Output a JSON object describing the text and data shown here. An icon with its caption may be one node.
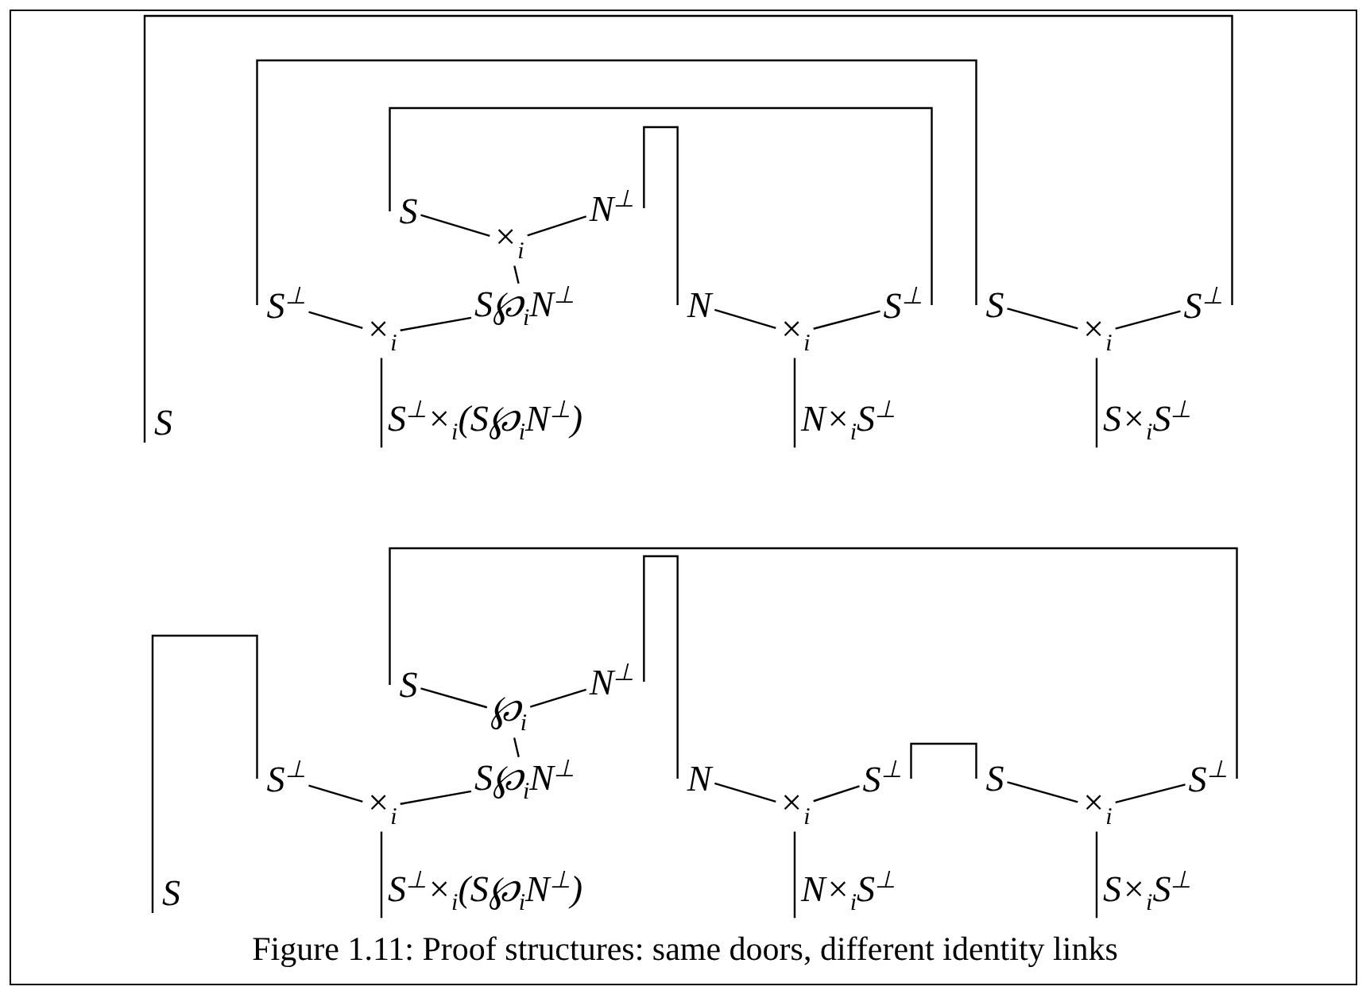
{
  "diagram": {
    "caption": "Figure 1.11: Proof structures: same doors, different identity links",
    "nodes": [
      {
        "text": [
          "S"
        ]
      },
      {
        "text": [
          "N$^{⊥}$"
        ]
      },
      {
        "text": [
          "×$_{i}$"
        ]
      },
      {
        "text": [
          "S$^{⊥}$"
        ]
      },
      {
        "text": [
          "S℘$_{i}$N$^{⊥}$"
        ]
      },
      {
        "text": [
          "×$_{i}$"
        ]
      },
      {
        "text": [
          "S$^{⊥}$×$_{i}$(S℘$_{i}$N$^{⊥}$)"
        ]
      },
      {
        "text": [
          "N"
        ]
      },
      {
        "text": [
          "S$^{⊥}$"
        ]
      },
      {
        "text": [
          "×$_{i}$"
        ]
      },
      {
        "text": [
          "N×$_{i}$S$^{⊥}$"
        ]
      },
      {
        "text": [
          "S"
        ]
      },
      {
        "text": [
          "S$^{⊥}$"
        ]
      },
      {
        "text": [
          "×$_{i}$"
        ]
      },
      {
        "text": [
          "S×$_{i}$S$^{⊥}$"
        ]
      },
      {
        "text": [
          "S"
        ]
      },
      {
        "text": [
          "S"
        ]
      },
      {
        "text": [
          "N$^{⊥}$"
        ]
      },
      {
        "text": [
          "℘$_{i}$"
        ]
      },
      {
        "text": [
          "S$^{⊥}$"
        ]
      },
      {
        "text": [
          "S℘$_{i}$N$^{⊥}$"
        ]
      },
      {
        "text": [
          "×$_{i}$"
        ]
      },
      {
        "text": [
          "S$^{⊥}$×$_{i}$(S℘$_{i}$N$^{⊥}$)"
        ]
      },
      {
        "text": [
          "N"
        ]
      },
      {
        "text": [
          "S$^{⊥}$"
        ]
      },
      {
        "text": [
          "×$_{i}$"
        ]
      },
      {
        "text": [
          "N×$_{i}$S$^{⊥}$"
        ]
      },
      {
        "text": [
          "S"
        ]
      },
      {
        "text": [
          "S$^{⊥}$"
        ]
      },
      {
        "text": [
          "×$_{i}$"
        ]
      },
      {
        "text": [
          "S×$_{i}$S$^{⊥}$"
        ]
      },
      {
        "text": [
          "S"
        ]
      }
    ],
    "edges": [
      {
        "from": 0,
        "to": 2,
        "arrow": "none"
      },
      {
        "from": 1,
        "to": 2,
        "arrow": "none"
      },
      {
        "from": 2,
        "to": 4,
        "arrow": "none"
      },
      {
        "from": 3,
        "to": 5,
        "arrow": "none"
      },
      {
        "from": 4,
        "to": 5,
        "arrow": "none"
      },
      {
        "from": 5,
        "to": 6,
        "arrow": "none"
      },
      {
        "from": 7,
        "to": 9,
        "arrow": "none"
      },
      {
        "from": 8,
        "to": 9,
        "arrow": "none"
      },
      {
        "from": 9,
        "to": 10,
        "arrow": "none"
      },
      {
        "from": 11,
        "to": 13,
        "arrow": "none"
      },
      {
        "from": 12,
        "to": 13,
        "arrow": "none"
      },
      {
        "from": 13,
        "to": 14,
        "arrow": "none"
      },
      {
        "from": 15,
        "to": 12,
        "arrow": "none"
      },
      {
        "from": 3,
        "to": 11,
        "arrow": "none"
      },
      {
        "from": 0,
        "to": 8,
        "arrow": "none"
      },
      {
        "from": 1,
        "to": 7,
        "arrow": "none"
      },
      {
        "from": 16,
        "to": 18,
        "arrow": "none"
      },
      {
        "from": 17,
        "to": 18,
        "arrow": "none"
      },
      {
        "from": 18,
        "to": 20,
        "arrow": "none"
      },
      {
        "from": 19,
        "to": 21,
        "arrow": "none"
      },
      {
        "from": 20,
        "to": 21,
        "arrow": "none"
      },
      {
        "from": 21,
        "to": 22,
        "arrow": "none"
      },
      {
        "from": 23,
        "to": 25,
        "arrow": "none"
      },
      {
        "from": 24,
        "to": 25,
        "arrow": "none"
      },
      {
        "from": 25,
        "to": 26,
        "arrow": "none"
      },
      {
        "from": 27,
        "to": 29,
        "arrow": "none"
      },
      {
        "from": 28,
        "to": 29,
        "arrow": "none"
      },
      {
        "from": 29,
        "to": 30,
        "arrow": "none"
      },
      {
        "from": 31,
        "to": 19,
        "arrow": "none"
      },
      {
        "from": 16,
        "to": 28,
        "arrow": "none"
      },
      {
        "from": 17,
        "to": 23,
        "arrow": "none"
      },
      {
        "from": 24,
        "to": 27,
        "arrow": "none"
      }
    ]
  }
}
